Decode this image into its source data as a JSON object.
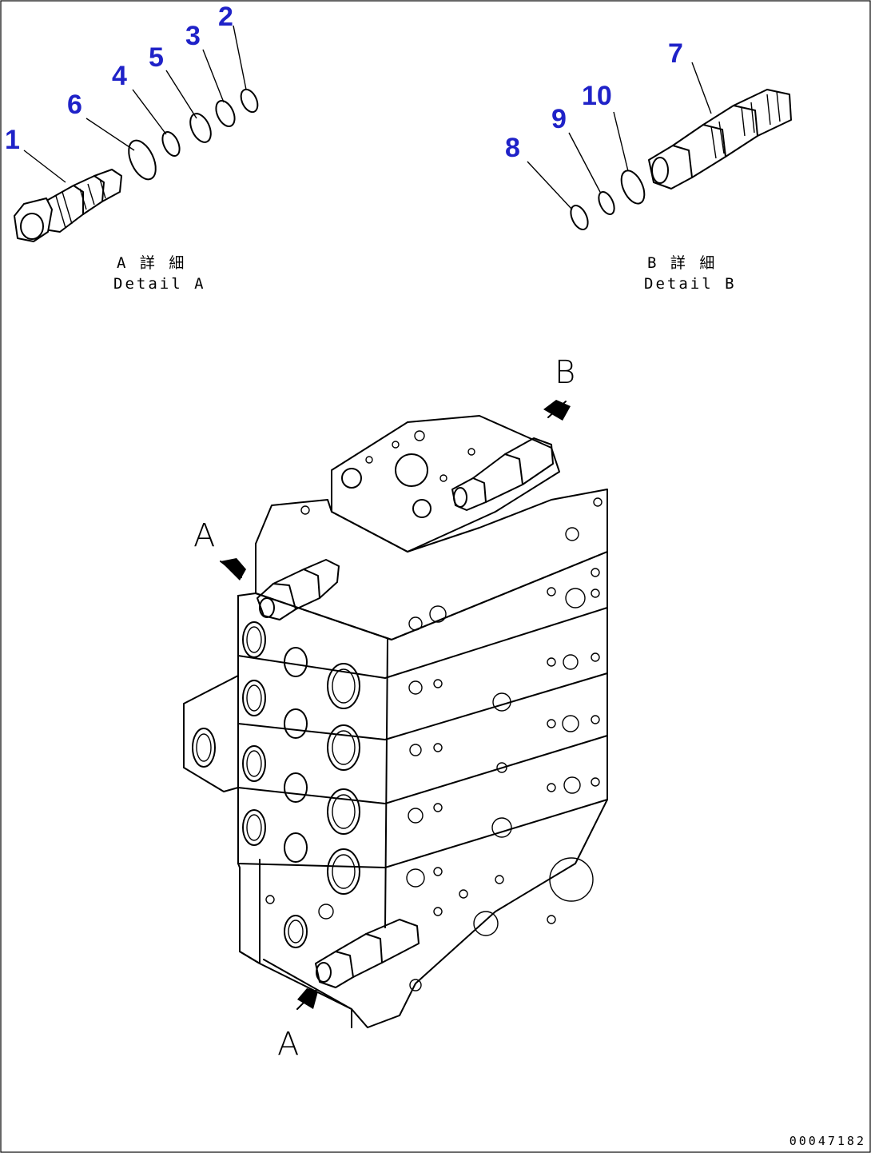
{
  "callouts": {
    "c1": "1",
    "c2": "2",
    "c3": "3",
    "c4": "4",
    "c5": "5",
    "c6": "6",
    "c7": "7",
    "c8": "8",
    "c9": "9",
    "c10": "10"
  },
  "captions": {
    "detail_a_jp": "A 詳 細",
    "detail_a_en": "Detail A",
    "detail_b_jp": "B 詳 細",
    "detail_b_en": "Detail B"
  },
  "view_labels": {
    "a_upper": "A",
    "a_lower": "A",
    "b": "B"
  },
  "document_number": "00047182",
  "colors": {
    "callout": "#1f22c8",
    "line": "#000000"
  }
}
